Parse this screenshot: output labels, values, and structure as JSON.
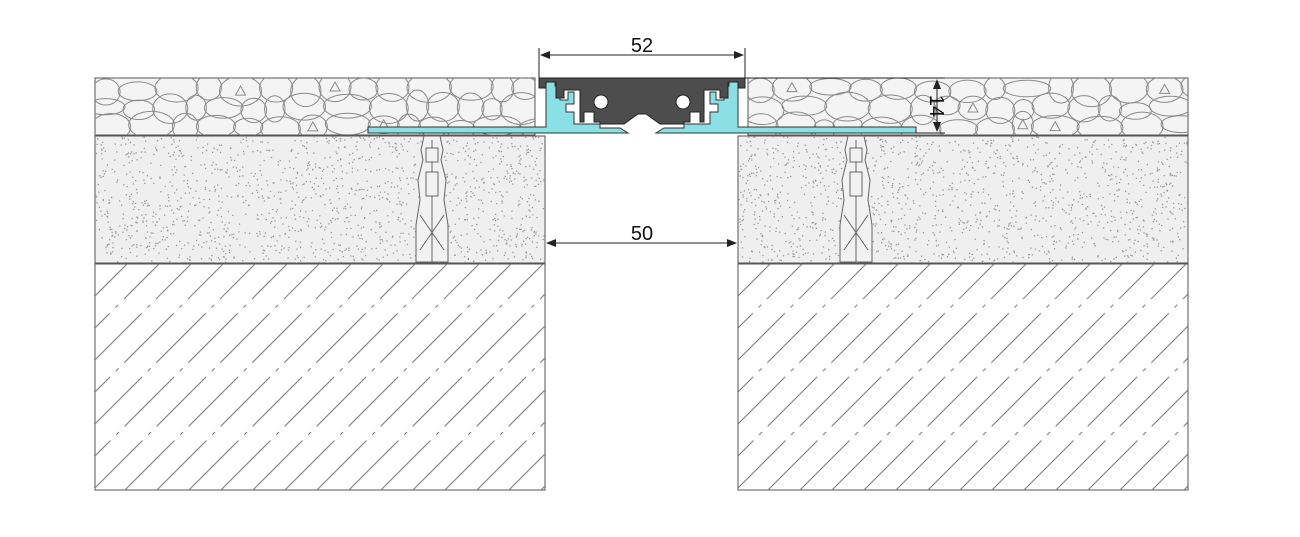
{
  "dimensions": {
    "top_width": "52",
    "gap_width": "50",
    "height": "14"
  },
  "colors": {
    "profile_dark": "#4d4d4d",
    "profile_cyan": "#8be0e6",
    "line": "#555555",
    "hatch": "#777777",
    "stone_fill": "#f4f4f4",
    "stone_stroke": "#8a8a8a",
    "screed_fill": "#efefef",
    "speckle": "#9a9a9a"
  }
}
